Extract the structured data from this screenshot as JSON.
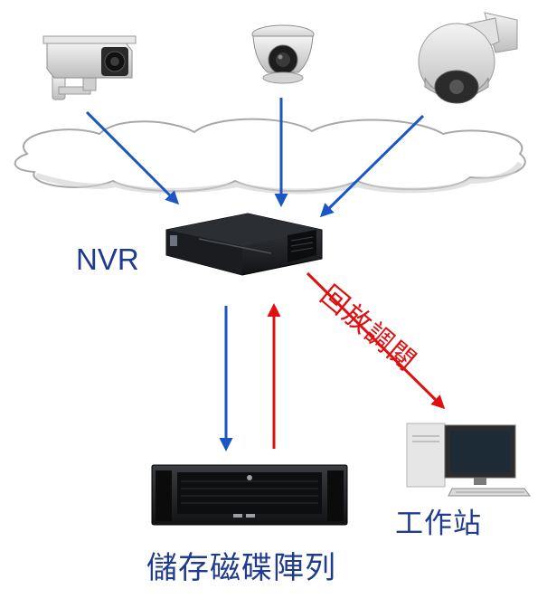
{
  "labels": {
    "nvr": "NVR",
    "storage": "儲存磁碟陣列",
    "workstation": "工作站",
    "playback": "回放調閱"
  },
  "icons": [
    "bullet-camera-icon",
    "dome-camera-icon",
    "ptz-camera-icon",
    "cloud-icon",
    "nvr-device-icon",
    "storage-array-icon",
    "workstation-icon"
  ],
  "colors": {
    "text": "#1f3b8f",
    "arrow_live": "#1a56c4",
    "arrow_playback": "#e01010",
    "device": "#1b1d20"
  }
}
